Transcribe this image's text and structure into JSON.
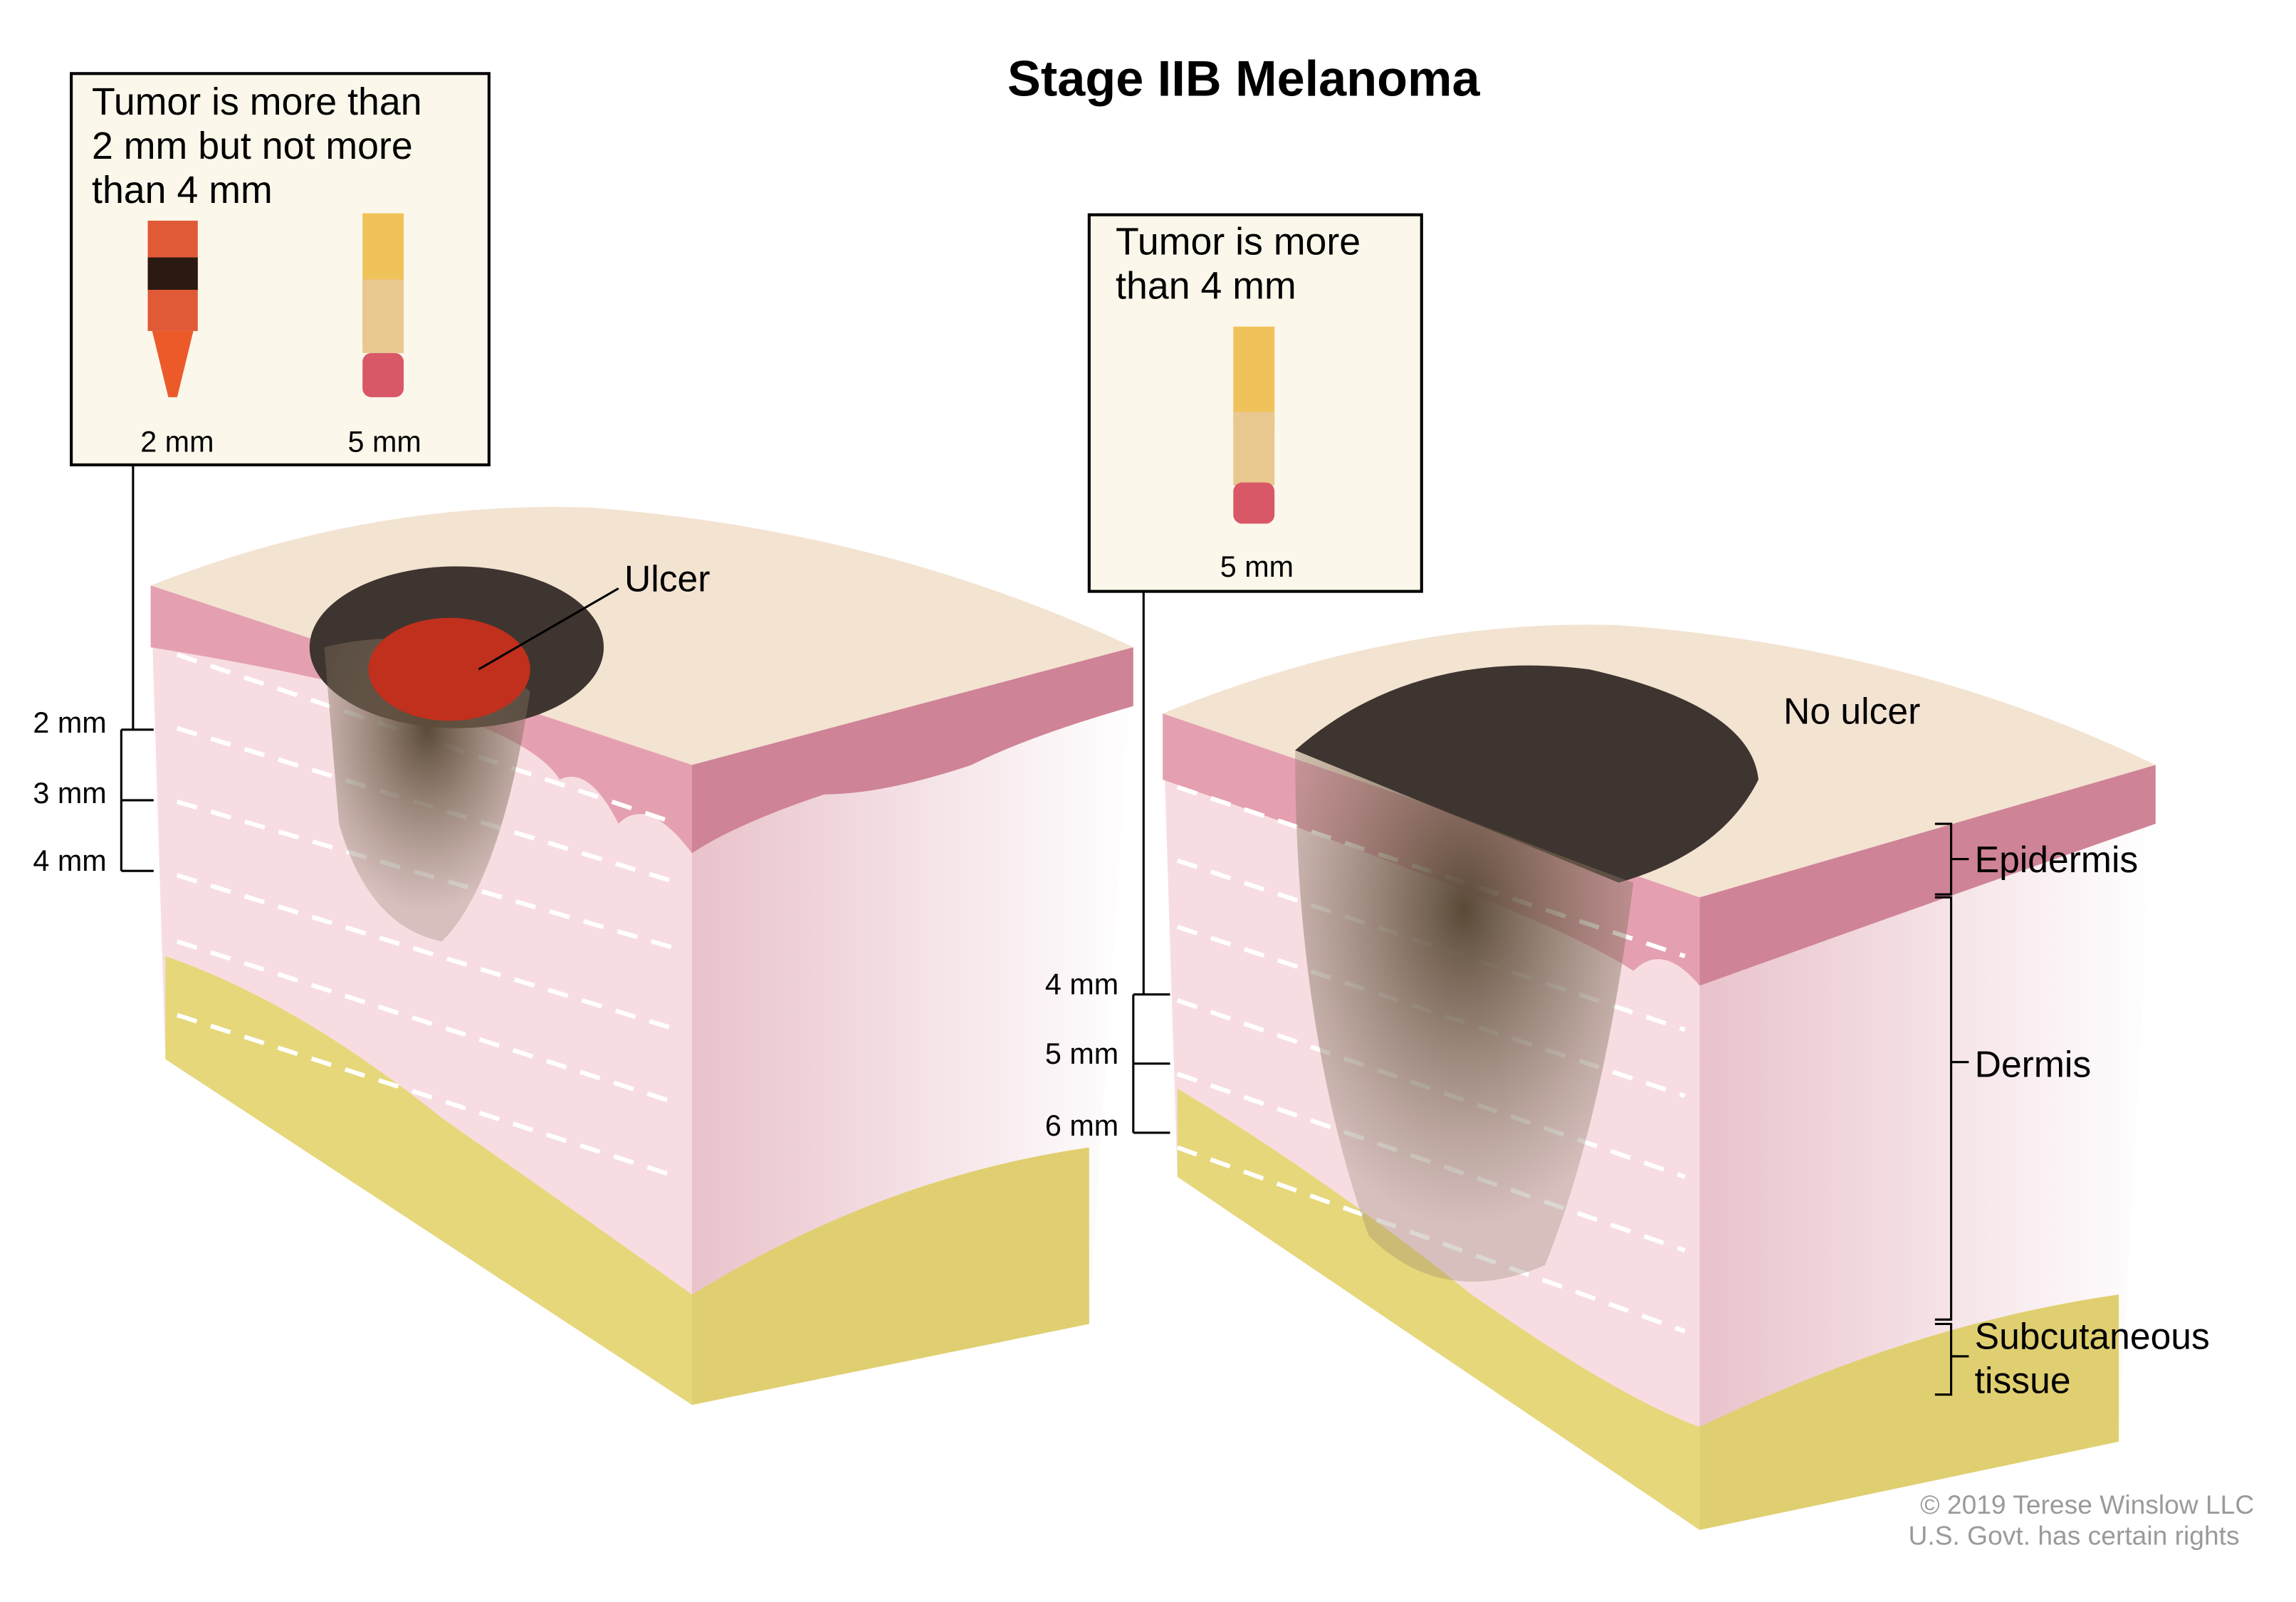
{
  "title": "Stage IIB Melanoma",
  "left_panel": {
    "box_lines": [
      "Tumor is more than",
      "2 mm but not more",
      "than 4 mm"
    ],
    "items": [
      {
        "label": "2 mm"
      },
      {
        "label": "5 mm"
      }
    ],
    "depth_labels": [
      "2 mm",
      "3 mm",
      "4 mm"
    ],
    "ulcer_label": "Ulcer"
  },
  "right_panel": {
    "box_lines": [
      "Tumor is more",
      "than 4 mm"
    ],
    "items": [
      {
        "label": "5 mm"
      }
    ],
    "depth_labels": [
      "4 mm",
      "5 mm",
      "6 mm"
    ],
    "ulcer_label": "No ulcer"
  },
  "layers": [
    "Epidermis",
    "Dermis",
    "Subcutaneous",
    "tissue"
  ],
  "copyright": [
    "© 2019 Terese Winslow LLC",
    "U.S. Govt. has certain rights"
  ],
  "colors": {
    "box_bg": "#fbf7ea",
    "skin": "#f5dde0",
    "epidermis": "#e8a3b0",
    "fat": "#e8dc7a",
    "tumor": "#5a4a3a",
    "ulcer": "#c0301c"
  }
}
